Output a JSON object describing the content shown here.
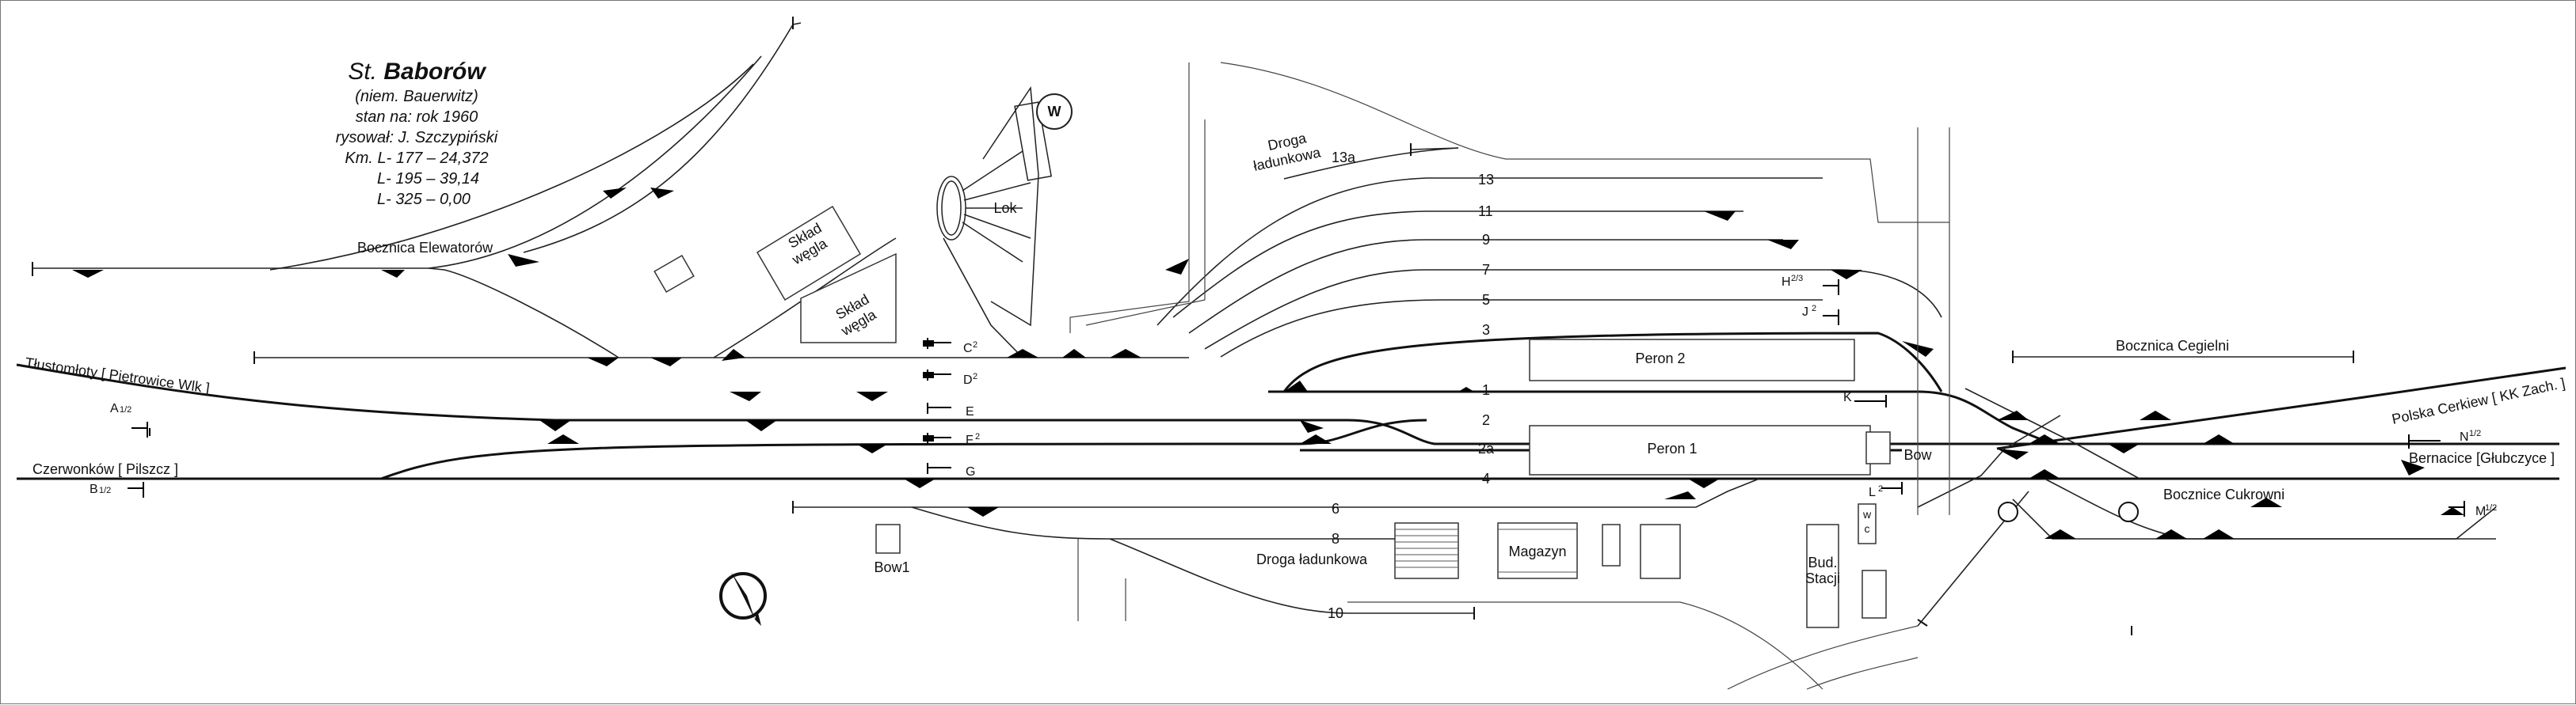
{
  "title": {
    "prefix": "St.",
    "name": "Baborów"
  },
  "subtitle_lines": [
    "(niem. Bauerwitz)",
    "stan na: rok 1960",
    "rysował: J. Szczypiński",
    "Km. L- 177 – 24,372",
    "L- 195 – 39,14",
    "L- 325 – 0,00"
  ],
  "directions": {
    "tlustomloty": "Tłustomłoty [ Pietrowice Wlk ]",
    "czerwonkow": "Czerwonków [ Pilszcz ]",
    "polska_cerkiew": "Polska Cerkiew [ KK Zach. ]",
    "bernacice": "Bernacice [Głubczyce ]"
  },
  "sidings": {
    "elewatorow": "Bocznica Elewatorów",
    "cegielni": "Bocznica Cegielni",
    "cukrowni": "Bocznice Cukrowni"
  },
  "track_numbers": [
    "13",
    "11",
    "9",
    "7",
    "5",
    "3",
    "1",
    "2",
    "2a",
    "4",
    "6",
    "8",
    "10",
    "13a"
  ],
  "signals": [
    "A",
    "B",
    "C",
    "D",
    "E",
    "F",
    "G",
    "H",
    "J",
    "K",
    "L",
    "M",
    "N"
  ],
  "signal_suffix": {
    "A": "1/2",
    "B": "1/2",
    "C": "2",
    "D": "2",
    "F": "2",
    "H": "2/3",
    "J": "2",
    "L": "2",
    "M": "1/2",
    "N": "1/2"
  },
  "buildings": {
    "peron2": "Peron 2",
    "peron1": "Peron 1",
    "magazyn": "Magazyn",
    "bud_stacji": [
      "Bud.",
      "Stacji"
    ],
    "bow": "Bow",
    "bow1": "Bow1",
    "wc": [
      "w",
      "c"
    ],
    "lok": "Lok",
    "water": "W",
    "sklad1": [
      "Skład",
      "węgla"
    ],
    "sklad2": [
      "Skład",
      "węgla"
    ]
  },
  "roads": {
    "droga_ladunkowa_top": [
      "Droga",
      "ładunkowa"
    ],
    "droga_ladunkowa_bottom": "Droga ładunkowa"
  },
  "colors": {
    "line": "#111111",
    "thin": "#333333",
    "fill": "#000000"
  }
}
